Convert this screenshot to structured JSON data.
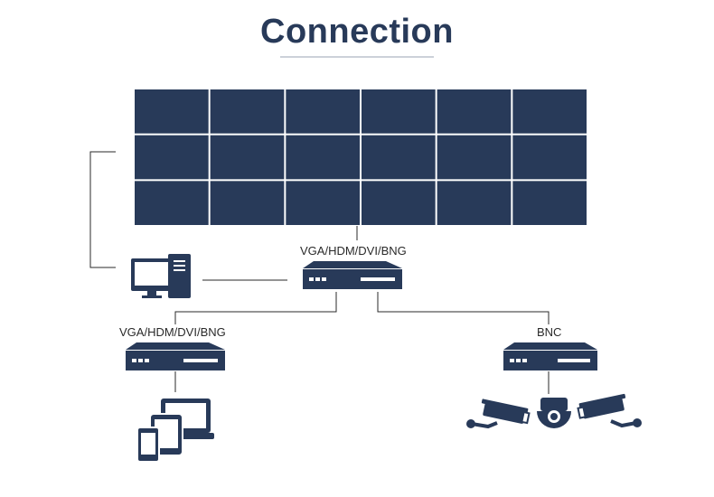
{
  "title": "Connection",
  "colors": {
    "device": "#283a59",
    "panel_gap": "#ffffff",
    "line": "#2a2a2a",
    "accent": "#ffffff"
  },
  "video_wall": {
    "rows": 3,
    "cols": 6
  },
  "labels": {
    "main_controller": "VGA/HDM/DVI/BNG",
    "left_controller": "VGA/HDM/DVI/BNG",
    "right_controller": "BNC"
  },
  "icons": {
    "computer": "desktop-computer-icon",
    "devices": "tablet-phone-monitor-icon",
    "cameras": "cctv-cameras-icon"
  }
}
